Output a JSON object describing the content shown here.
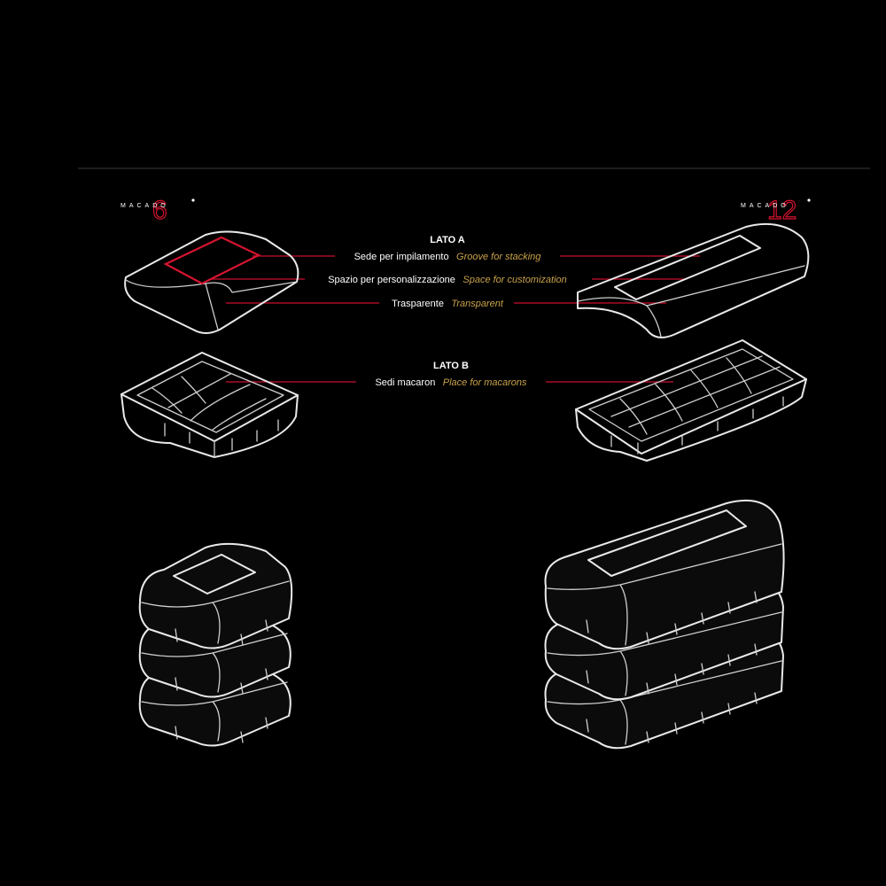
{
  "brand": {
    "name": "MACADO",
    "small": {
      "count": "6"
    },
    "large": {
      "count": "12"
    }
  },
  "side_a": {
    "heading": "LATO A",
    "labels": [
      {
        "it": "Sede per impilamento",
        "en": "Groove for stacking"
      },
      {
        "it": "Spazio per personalizzazione",
        "en": "Space for customization"
      },
      {
        "it": "Trasparente",
        "en": "Transparent"
      }
    ]
  },
  "side_b": {
    "heading": "LATO B",
    "labels": [
      {
        "it": "Sedi macaron",
        "en": "Place for macarons"
      }
    ]
  },
  "colors": {
    "background": "#000000",
    "line": "#e9e9e9",
    "accent_red": "#c8102e",
    "accent_gold": "#c9a24a"
  }
}
